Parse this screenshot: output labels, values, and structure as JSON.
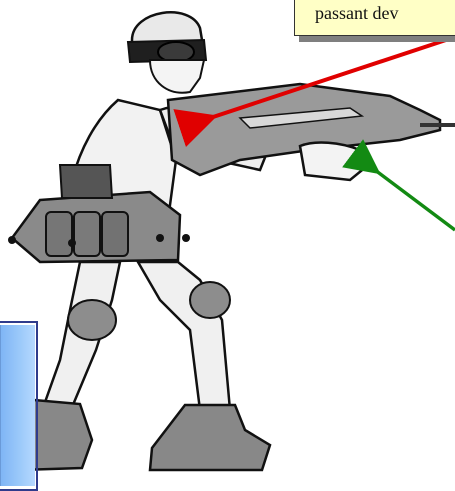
{
  "callout": {
    "text": "passant dev"
  },
  "colors": {
    "callout_bg": "#ffffc6",
    "red_arrow": "#e00000",
    "green_arrow": "#138a13",
    "blue_panel": "#9ecbfa"
  },
  "icons": {
    "soldier": "soldier-illustration",
    "red_arrow": "red-pointer-arrow",
    "green_arrow": "green-pointer-arrow"
  }
}
